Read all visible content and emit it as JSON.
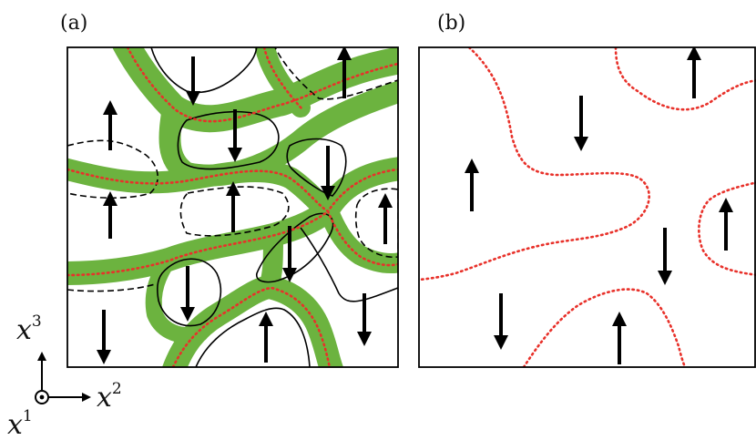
{
  "panels": [
    {
      "label": "(a)"
    },
    {
      "label": "(b)"
    }
  ],
  "axes": {
    "x3": {
      "base": "x",
      "sup": "3"
    },
    "x2": {
      "base": "x",
      "sup": "2"
    },
    "x1": {
      "base": "x",
      "sup": "1"
    }
  },
  "colors": {
    "domain_wall_fill": "#6cb33f",
    "wall_center_dots": "#e8312a",
    "arrow": "#000000",
    "frame": "#000000"
  }
}
